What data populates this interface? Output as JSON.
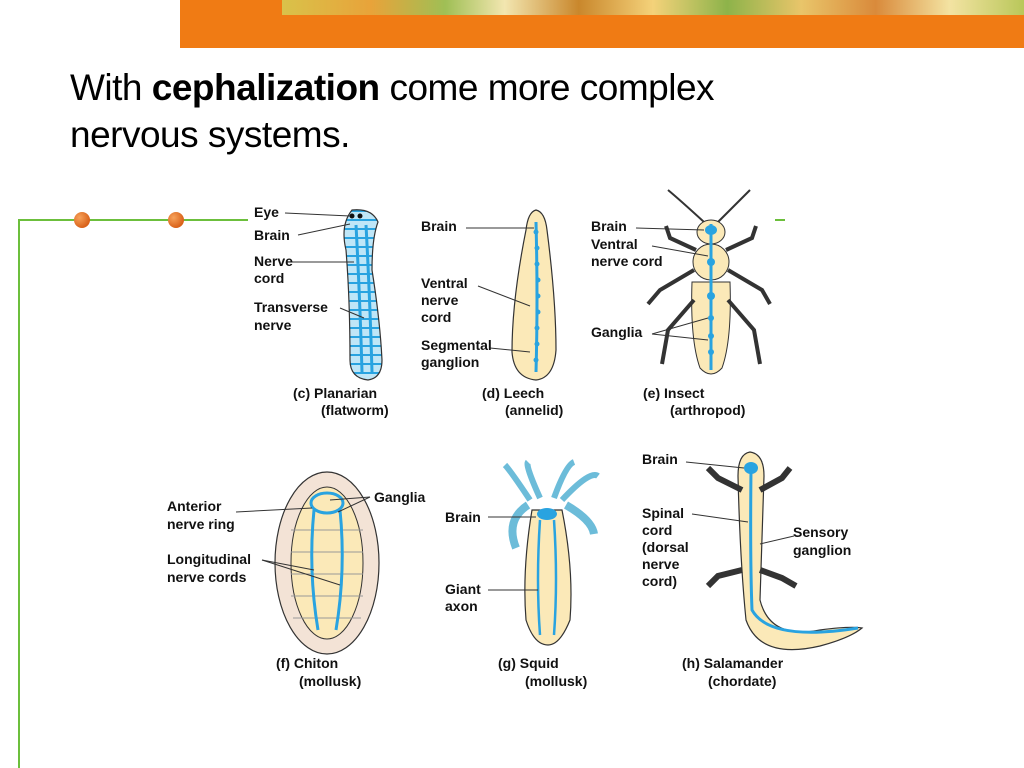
{
  "title": {
    "prefix": "With",
    "bold": "cephalization",
    "suffix": "come more complex",
    "line2": "nervous systems."
  },
  "colors": {
    "banner": "#f07b14",
    "frame": "#6cbf3c",
    "nerve": "#29a3e0",
    "body": "#fbe9b8",
    "outline": "#333333"
  },
  "panels": {
    "planarian": {
      "labels": [
        "Eye",
        "Brain",
        "Nerve",
        "cord",
        "Transverse",
        "nerve"
      ],
      "caption": [
        "(c) Planarian",
        "(flatworm)"
      ]
    },
    "leech": {
      "labels": [
        "Brain",
        "Ventral",
        "nerve",
        "cord",
        "Segmental",
        "ganglion"
      ],
      "caption": [
        "(d) Leech",
        "(annelid)"
      ]
    },
    "insect": {
      "labels": [
        "Brain",
        "Ventral",
        "nerve cord",
        "Ganglia"
      ],
      "caption": [
        "(e) Insect",
        "(arthropod)"
      ]
    },
    "chiton": {
      "labels": [
        "Anterior",
        "nerve ring",
        "Longitudinal",
        "nerve cords",
        "Ganglia"
      ],
      "caption": [
        "(f)  Chiton",
        "(mollusk)"
      ]
    },
    "squid": {
      "labels": [
        "Brain",
        "Giant",
        "axon"
      ],
      "caption": [
        "(g) Squid",
        "(mollusk)"
      ]
    },
    "salamander": {
      "labels": [
        "Brain",
        "Spinal",
        "cord",
        "(dorsal",
        "nerve",
        "cord)",
        "Sensory",
        "ganglion"
      ],
      "caption": [
        "(h) Salamander",
        "(chordate)"
      ]
    }
  }
}
